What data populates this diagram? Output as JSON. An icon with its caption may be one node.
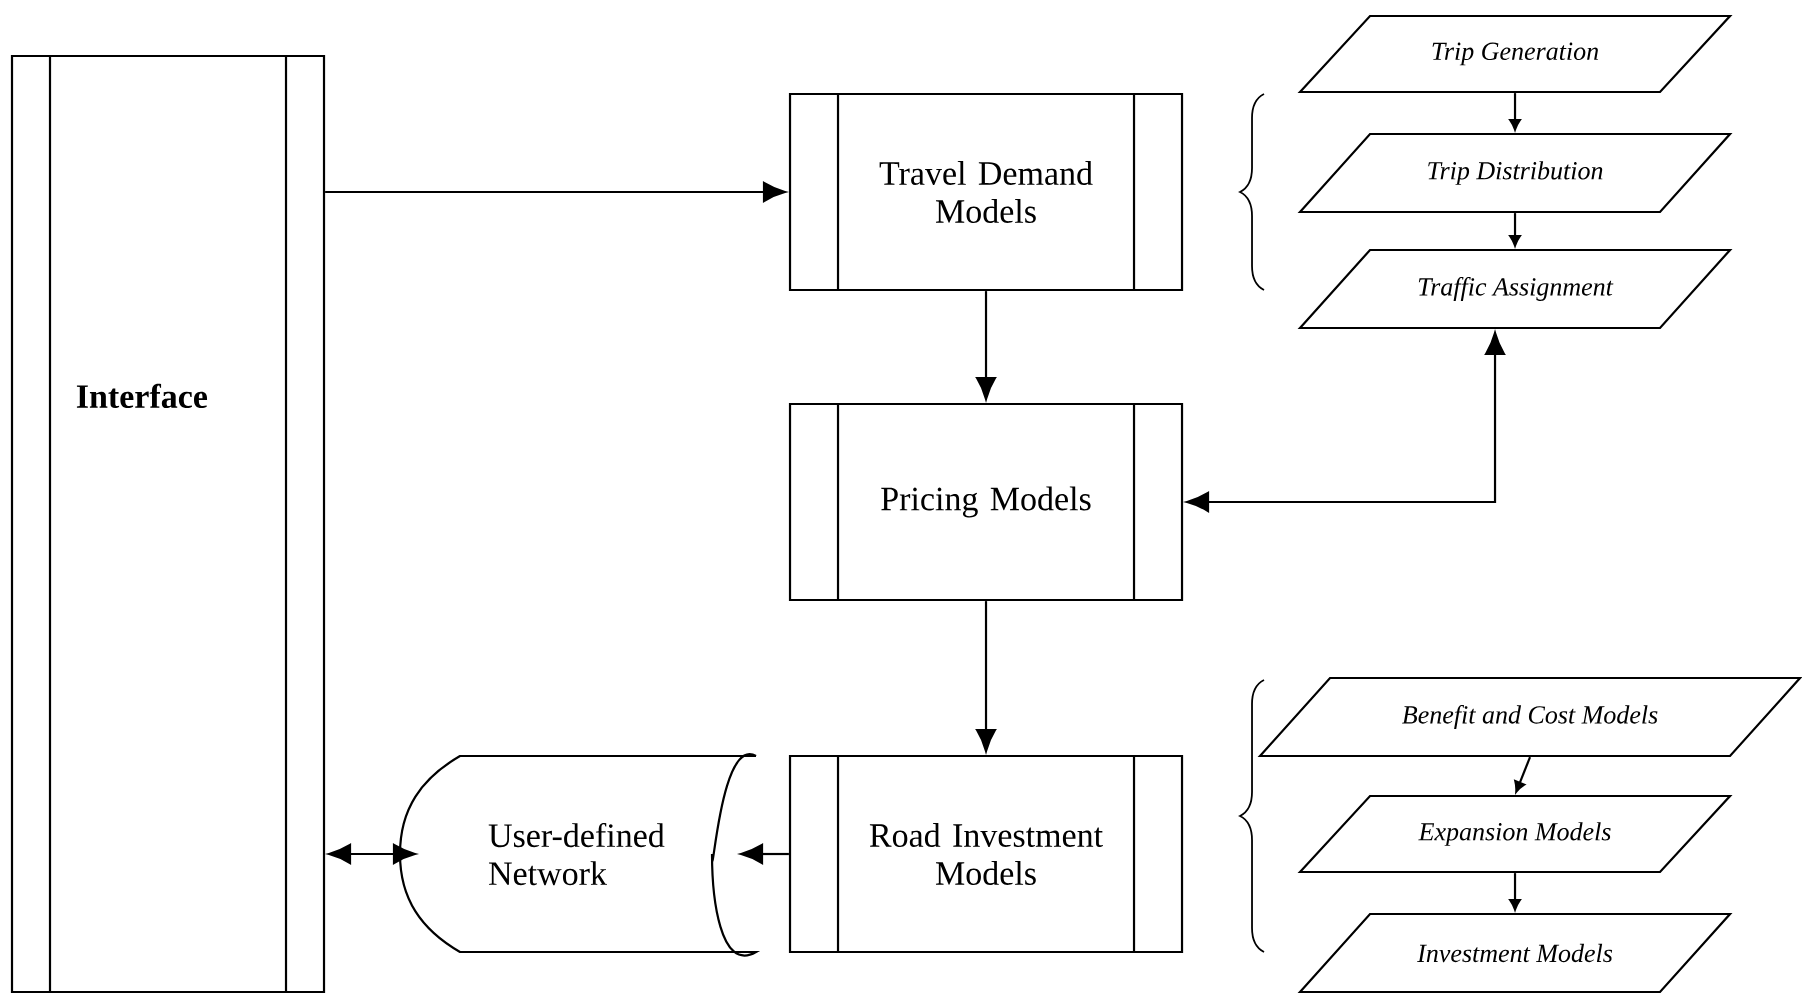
{
  "diagram": {
    "nodes": [
      {
        "text": [
          "Interface"
        ]
      },
      {
        "text": [
          "Travel Demand Models"
        ]
      },
      {
        "text": [
          "Pricing Models"
        ]
      },
      {
        "text": [
          "Road Investment Models"
        ]
      },
      {
        "text": [
          "User-defined Network"
        ]
      },
      {
        "text": [
          "Trip Generation"
        ]
      },
      {
        "text": [
          "Trip Distribution"
        ]
      },
      {
        "text": [
          "Traffic Assignment"
        ]
      },
      {
        "text": [
          "Benefit and Cost Models"
        ]
      },
      {
        "text": [
          "Expansion Models"
        ]
      },
      {
        "text": [
          "Investment Models"
        ]
      }
    ],
    "edges": [
      {
        "from": 0,
        "to": 1,
        "arrow": "to"
      },
      {
        "from": 1,
        "to": 2,
        "arrow": "to"
      },
      {
        "from": 2,
        "to": 7,
        "arrow": "both"
      },
      {
        "from": 2,
        "to": 3,
        "arrow": "to"
      },
      {
        "from": 3,
        "to": 4,
        "arrow": "to"
      },
      {
        "from": 0,
        "to": 4,
        "arrow": "both"
      },
      {
        "from": 5,
        "to": 6,
        "arrow": "to"
      },
      {
        "from": 6,
        "to": 7,
        "arrow": "to"
      },
      {
        "from": 8,
        "to": 9,
        "arrow": "to"
      },
      {
        "from": 9,
        "to": 10,
        "arrow": "to"
      }
    ]
  }
}
